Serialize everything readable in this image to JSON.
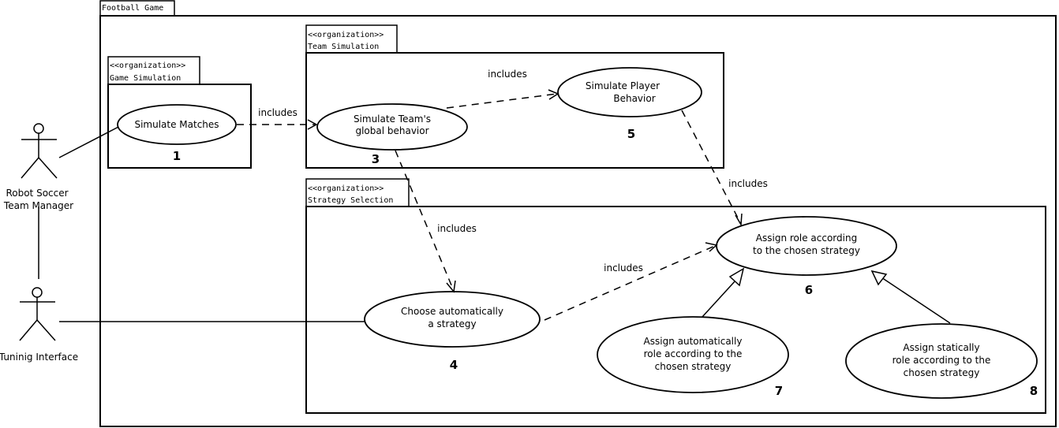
{
  "system": {
    "title": "Football Game"
  },
  "packages": {
    "game": {
      "stereotype": "<<organization>>",
      "name": "Game Simulation"
    },
    "team": {
      "stereotype": "<<organization>>",
      "name": "Team Simulation"
    },
    "strategy": {
      "stereotype": "<<organization>>",
      "name": "Strategy Selection"
    }
  },
  "actors": {
    "manager": {
      "line1": "Robot Soccer",
      "line2": "Team Manager"
    },
    "tuning": {
      "label": "Tuninig Interface"
    }
  },
  "use_cases": {
    "uc1": {
      "line1": "Simulate Matches",
      "number": "1"
    },
    "uc3": {
      "line1": "Simulate Team's",
      "line2": "global behavior",
      "number": "3"
    },
    "uc5": {
      "line1": "Simulate Player",
      "line2": "Behavior",
      "number": "5"
    },
    "uc4": {
      "line1": "Choose automatically",
      "line2": "a strategy",
      "number": "4"
    },
    "uc6": {
      "line1": "Assign role according",
      "line2": "to the chosen strategy",
      "number": "6"
    },
    "uc7": {
      "line1": "Assign automatically",
      "line2": "role according to the",
      "line3": "chosen strategy",
      "number": "7"
    },
    "uc8": {
      "line1": "Assign statically",
      "line2": "role according to the",
      "line3": "chosen strategy",
      "number": "8"
    }
  },
  "relations": {
    "r1": "includes",
    "r2": "includes",
    "r3": "includes",
    "r4": "includes",
    "r5": "includes"
  }
}
